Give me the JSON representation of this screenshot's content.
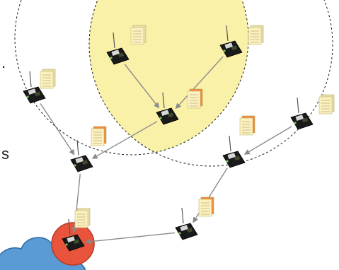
{
  "edge_labels": {
    "left_top": ".",
    "left_mid": "s"
  },
  "colors": {
    "overlap": "#f9f1a8",
    "sink": "#e8553c",
    "cloud": "#5b9bd5",
    "doc_plain": "#fbf0c0",
    "doc_orange": "#f08a3a",
    "node_body": "#1a1a1a",
    "arrow": "#8a8a8a",
    "dashed": "#1a1a1a"
  },
  "nodes": [
    {
      "name": "sensor-node-top-left",
      "doc": "plain"
    },
    {
      "name": "sensor-node-top-right",
      "doc": "plain"
    },
    {
      "name": "sensor-node-left",
      "doc": "plain"
    },
    {
      "name": "sensor-node-center",
      "doc": "orange"
    },
    {
      "name": "sensor-node-mid-left",
      "doc": "orange"
    },
    {
      "name": "sensor-node-right",
      "doc": "plain"
    },
    {
      "name": "sensor-node-mid-right",
      "doc": "orange"
    },
    {
      "name": "sensor-node-lower-right",
      "doc": "orange"
    },
    {
      "name": "sink-node",
      "doc": "plain"
    }
  ],
  "links": [
    {
      "from": "sensor-node-top-left",
      "to": "sensor-node-center"
    },
    {
      "from": "sensor-node-top-right",
      "to": "sensor-node-center"
    },
    {
      "from": "sensor-node-left",
      "to": "sensor-node-mid-left"
    },
    {
      "from": "sensor-node-center",
      "to": "sensor-node-mid-left"
    },
    {
      "from": "sensor-node-right",
      "to": "sensor-node-mid-right"
    },
    {
      "from": "sensor-node-mid-right",
      "to": "sensor-node-lower-right"
    },
    {
      "from": "sensor-node-mid-left",
      "to": "sink-node"
    },
    {
      "from": "sensor-node-lower-right",
      "to": "sink-node"
    }
  ]
}
